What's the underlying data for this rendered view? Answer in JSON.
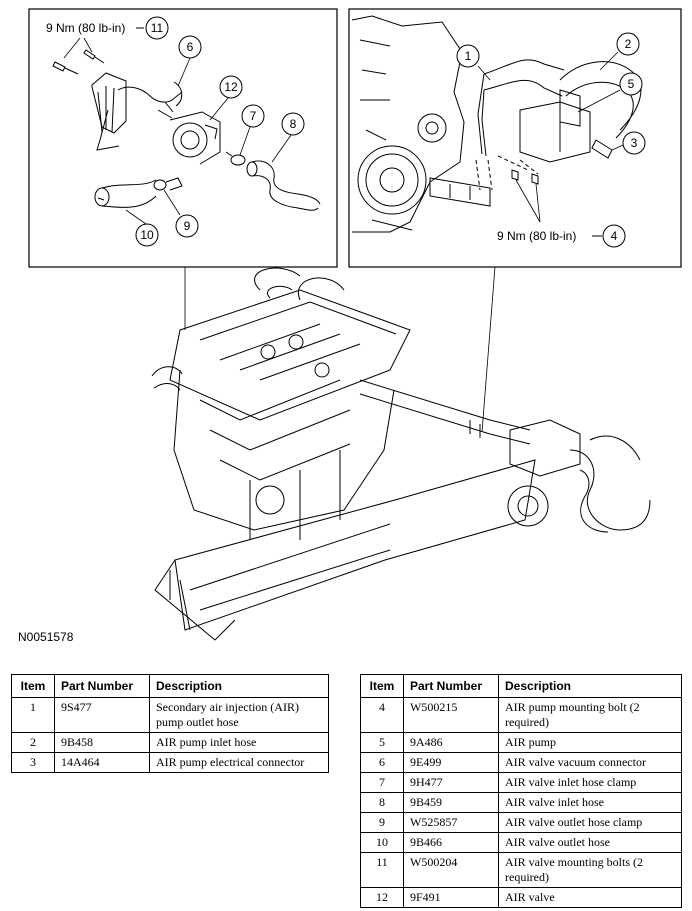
{
  "figure": {
    "id": "N0051578",
    "torque_left": "9 Nm (80 lb-in)",
    "torque_right": "9 Nm (80 lb-in)",
    "callouts": [
      "1",
      "2",
      "3",
      "4",
      "5",
      "6",
      "7",
      "8",
      "9",
      "10",
      "11",
      "12"
    ]
  },
  "table_headers": {
    "item": "Item",
    "part_number": "Part Number",
    "description": "Description"
  },
  "parts_left": [
    {
      "item": "1",
      "part_number": "9S477",
      "description": "Secondary air injection (AIR) pump outlet hose"
    },
    {
      "item": "2",
      "part_number": "9B458",
      "description": "AIR pump inlet hose"
    },
    {
      "item": "3",
      "part_number": "14A464",
      "description": "AIR pump electrical connector"
    }
  ],
  "parts_right": [
    {
      "item": "4",
      "part_number": "W500215",
      "description": "AIR pump mounting bolt (2 required)"
    },
    {
      "item": "5",
      "part_number": "9A486",
      "description": "AIR pump"
    },
    {
      "item": "6",
      "part_number": "9E499",
      "description": "AIR valve vacuum connector"
    },
    {
      "item": "7",
      "part_number": "9H477",
      "description": "AIR valve inlet hose clamp"
    },
    {
      "item": "8",
      "part_number": "9B459",
      "description": "AIR valve inlet hose"
    },
    {
      "item": "9",
      "part_number": "W525857",
      "description": "AIR valve outlet hose clamp"
    },
    {
      "item": "10",
      "part_number": "9B466",
      "description": "AIR valve outlet hose"
    },
    {
      "item": "11",
      "part_number": "W500204",
      "description": "AIR valve mounting bolts (2 required)"
    },
    {
      "item": "12",
      "part_number": "9F491",
      "description": "AIR valve"
    }
  ]
}
